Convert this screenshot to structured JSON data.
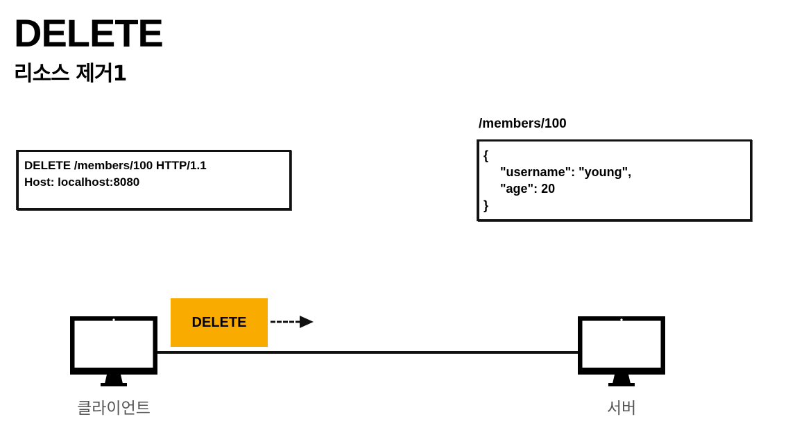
{
  "header": {
    "title": "DELETE",
    "subtitle": "리소스 제거1"
  },
  "request": {
    "lines": [
      "DELETE /members/100 HTTP/1.1",
      "Host: localhost:8080"
    ]
  },
  "resource": {
    "path": "/members/100",
    "lines": [
      "{",
      "\"username\": \"young\",",
      "\"age\": 20",
      "}"
    ]
  },
  "flow": {
    "method_label": "DELETE",
    "method_color": "#f9ab00",
    "client_label": "클라이언트",
    "server_label": "서버",
    "client_icon": "monitor-icon",
    "server_icon": "monitor-icon",
    "arrow_icon": "arrow-right-icon"
  }
}
